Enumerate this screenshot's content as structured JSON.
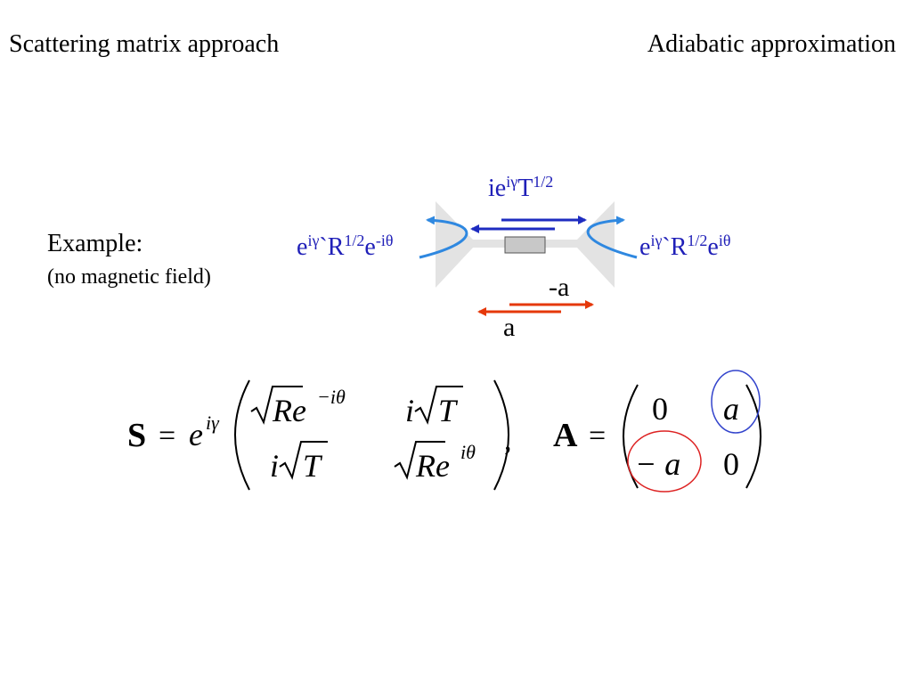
{
  "header": {
    "left_title": "Scattering matrix approach",
    "right_title": "Adiabatic approximation"
  },
  "example": {
    "label": "Example:",
    "subtitle": "(no magnetic field)"
  },
  "diagram_labels": {
    "transmission": {
      "base": "ie",
      "sup1": "iγ",
      "mid": "T",
      "sup2": "1/2"
    },
    "reflection_left": {
      "base": "e",
      "sup1": "iγ",
      "mid": "`R",
      "sup2": "1/2",
      "tail": "e",
      "sup3": "-iθ"
    },
    "reflection_right": {
      "base": "e",
      "sup1": "iγ",
      "mid": "`R",
      "sup2": "1/2",
      "tail": "e",
      "sup3": "iθ"
    },
    "minus_a": "-a",
    "a": "a"
  },
  "equation": {
    "S_label": "S",
    "equals": "=",
    "prefactor_base": "e",
    "prefactor_exp": "iγ",
    "S_matrix": {
      "m11_R": "Re",
      "m11_exp": "−iθ",
      "m12_i": "i",
      "m12_T": "T",
      "m21_i": "i",
      "m21_T": "T",
      "m22_R": "Re",
      "m22_exp": "iθ"
    },
    "comma": ",",
    "A_label": "A",
    "A_matrix": {
      "m11": "0",
      "m12": "a",
      "m21": "− a",
      "m22": "0"
    }
  },
  "colors": {
    "blue_text": "#2020b8",
    "arrow_blue": "#2f88e0",
    "arrow_navy": "#1e2cc0",
    "arrow_red": "#e5380a",
    "circle_blue": "#3344cc",
    "circle_red": "#dd2222"
  }
}
